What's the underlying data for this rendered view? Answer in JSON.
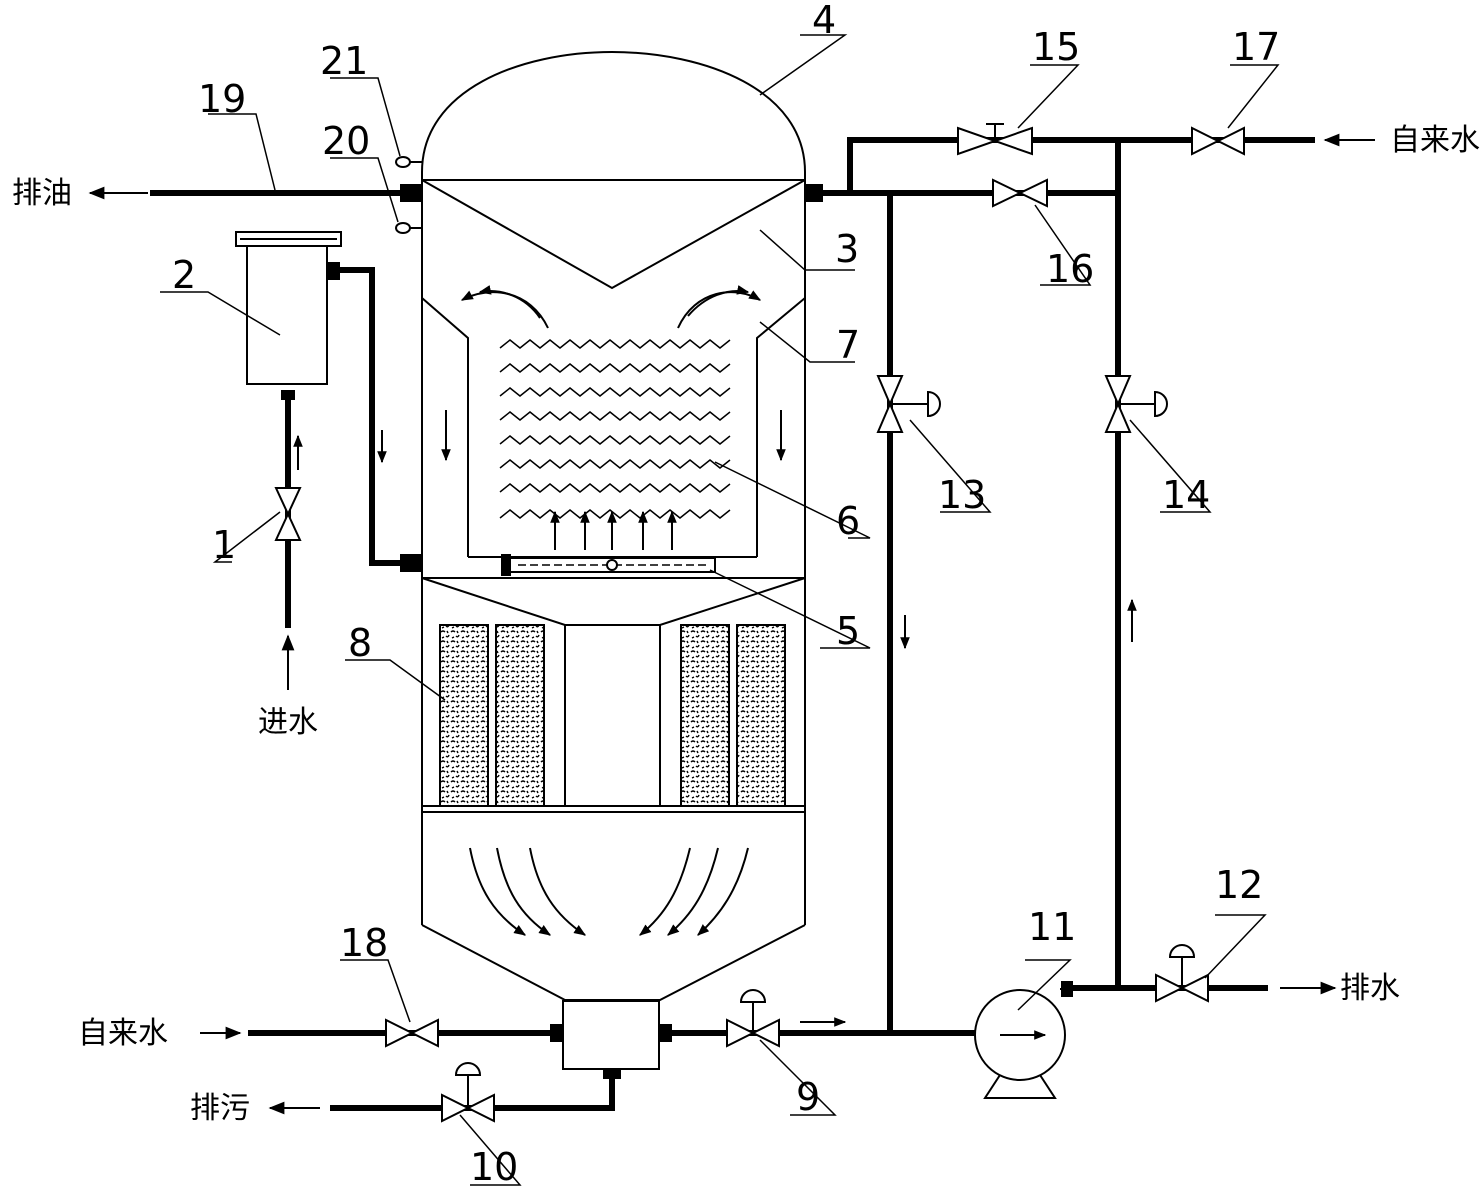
{
  "labels": {
    "n1": "1",
    "n2": "2",
    "n3": "3",
    "n4": "4",
    "n5": "5",
    "n6": "6",
    "n7": "7",
    "n8": "8",
    "n9": "9",
    "n10": "10",
    "n11": "11",
    "n12": "12",
    "n13": "13",
    "n14": "14",
    "n15": "15",
    "n16": "16",
    "n17": "17",
    "n18": "18",
    "n19": "19",
    "n20": "20",
    "n21": "21"
  },
  "flows": {
    "oil_out": "排油",
    "water_in": "进水",
    "tap_water_top": "自来水",
    "tap_water_bottom": "自来水",
    "drain_water": "排水",
    "sewage": "排污"
  }
}
